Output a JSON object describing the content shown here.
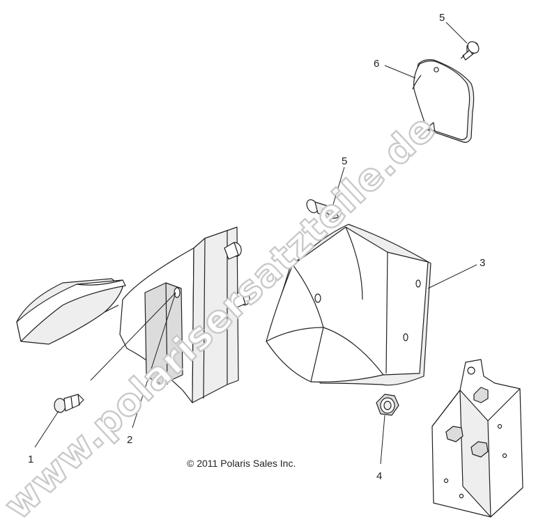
{
  "diagram": {
    "copyright": "© 2011 Polaris Sales Inc.",
    "watermark": "www.polarisersatzteile.de",
    "callouts": {
      "c1": "1",
      "c2": "2",
      "c3": "3",
      "c4": "4",
      "c5_top": "5",
      "c5_mid": "5",
      "c6": "6"
    },
    "colors": {
      "line": "#1f1f1f",
      "watermark_outline": "#c9c9c9",
      "background": "#ffffff"
    }
  }
}
